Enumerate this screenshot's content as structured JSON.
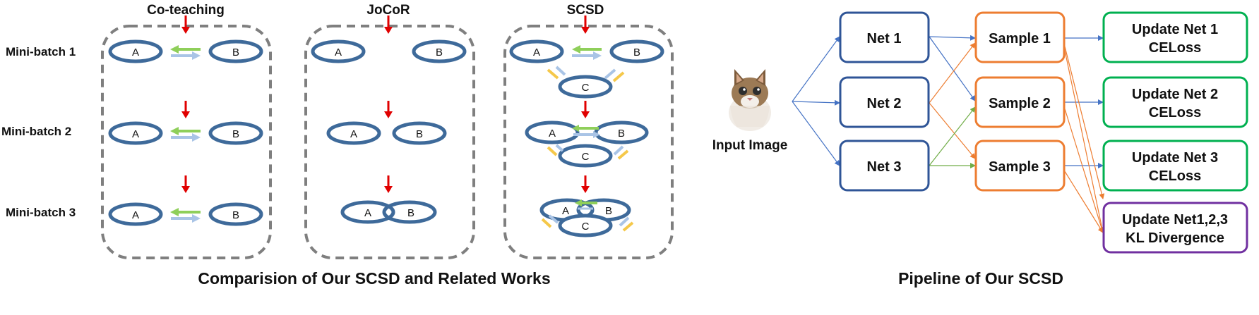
{
  "comparison": {
    "columns": [
      "Co-teaching",
      "JoCoR",
      "SCSD"
    ],
    "rows": [
      "Mini-batch 1",
      "Mini-batch 2",
      "Mini-batch 3"
    ],
    "nodes": [
      "A",
      "B",
      "C"
    ],
    "caption": "Comparision of Our SCSD and Related Works"
  },
  "pipeline": {
    "input_label": "Input Image",
    "nets": [
      "Net 1",
      "Net 2",
      "Net 3"
    ],
    "samples": [
      "Sample 1",
      "Sample 2",
      "Sample 3"
    ],
    "updates": [
      {
        "line1": "Update Net 1",
        "line2": "CELoss"
      },
      {
        "line1": "Update Net 2",
        "line2": "CELoss"
      },
      {
        "line1": "Update Net 3",
        "line2": "CELoss"
      },
      {
        "line1": "Update Net1,2,3",
        "line2": "KL Divergence"
      }
    ],
    "caption": "Pipeline of Our SCSD"
  },
  "colors": {
    "ellipse": "#3e6a9a",
    "net_border": "#2f5597",
    "sample_border": "#ed7d31",
    "update_border": "#00b050",
    "kl_border": "#7030a0",
    "red_arrow": "#e00000",
    "green_arrow": "#8fcf5a",
    "blue_arrow": "#a9c4e6",
    "yellow_arrow": "#f5c84a",
    "dash_border": "#7f7f7f"
  }
}
